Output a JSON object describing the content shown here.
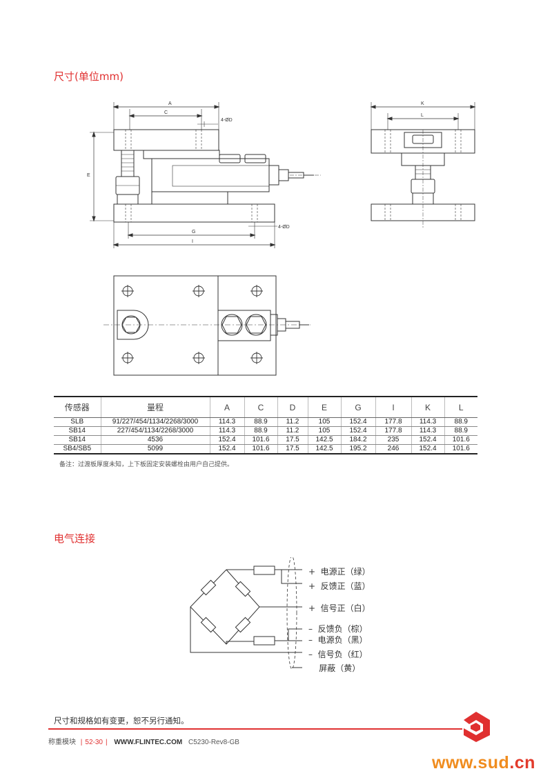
{
  "sections": {
    "dimensions_title": "尺寸(单位mm)",
    "electrical_title": "电气连接"
  },
  "drawing_labels": {
    "A": "A",
    "C": "C",
    "E": "E",
    "G": "G",
    "I": "I",
    "K": "K",
    "L": "L",
    "hole_top": "4-ØD",
    "hole_bottom": "4-ØD"
  },
  "table": {
    "headers": [
      "传感器",
      "量程",
      "A",
      "C",
      "D",
      "E",
      "G",
      "I",
      "K",
      "L"
    ],
    "rows": [
      [
        "SLB",
        "91/227/454/1134/2268/3000",
        "114.3",
        "88.9",
        "11.2",
        "105",
        "152.4",
        "177.8",
        "114.3",
        "88.9"
      ],
      [
        "SB14",
        "227/454/1134/2268/3000",
        "114.3",
        "88.9",
        "11.2",
        "105",
        "152.4",
        "177.8",
        "114.3",
        "88.9"
      ],
      [
        "SB14",
        "4536",
        "152.4",
        "101.6",
        "17.5",
        "142.5",
        "184.2",
        "235",
        "152.4",
        "101.6"
      ],
      [
        "SB4/SB5",
        "5099",
        "152.4",
        "101.6",
        "17.5",
        "142.5",
        "195.2",
        "246",
        "152.4",
        "101.6"
      ]
    ],
    "note": "备注：过渡板厚度未知，上下板固定安装螺栓由用户自己提供。"
  },
  "wiring": {
    "labels": [
      "+  电源正（绿）",
      "+  反馈正（蓝）",
      "+  信号正（白）",
      "–  反馈负（棕）",
      "–  电源负（黑）",
      "–  信号负（红）",
      "    屏蔽（黄）"
    ]
  },
  "footer": {
    "note": "尺寸和规格如有变更，恕不另行通知。",
    "category": "称重模块",
    "page": "52-30",
    "website": "WWW.FLINTEC.COM",
    "doc": "C5230-Rev8-GB"
  },
  "watermark": {
    "prefix": "www.",
    "domain": "sud",
    "suffix": ".cn"
  },
  "colors": {
    "accent": "#e03030",
    "watermark_orange": "#f08c1e",
    "watermark_red": "#e23a2b"
  }
}
